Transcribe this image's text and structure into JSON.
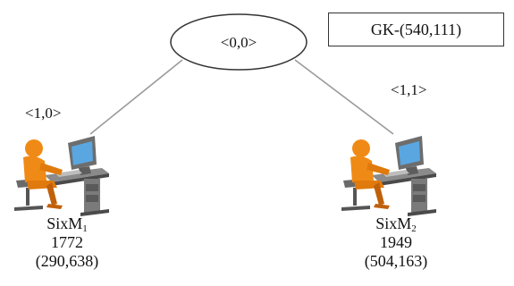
{
  "root": {
    "label": "<0,0>"
  },
  "group_key": {
    "label": "GK-(540,111)"
  },
  "left": {
    "index": "<1,0>",
    "name_base": "SixM",
    "name_sub": "1",
    "value": "1772",
    "pair": "(290,638)"
  },
  "right": {
    "index": "<1,1>",
    "name_base": "SixM",
    "name_sub": "2",
    "value": "1949",
    "pair": "(504,163)"
  },
  "colors": {
    "edge": "#9a9a9a",
    "person": "#f08a16",
    "person_dark": "#c0600a",
    "desk": "#7c7c7c",
    "desk_dark": "#4a4a4a",
    "screen": "#5aa6e0"
  }
}
